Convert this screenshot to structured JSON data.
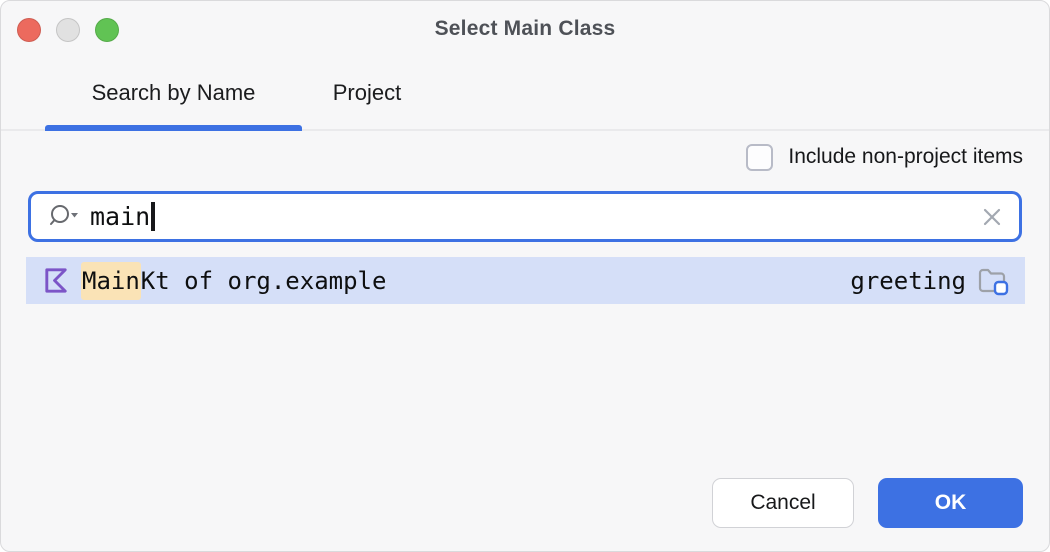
{
  "window": {
    "title": "Select Main Class",
    "controls": {
      "close_color": "#EC6A5E",
      "minimize_color": "#E1E1E1",
      "zoom_color": "#61C354"
    }
  },
  "tabs": [
    {
      "label": "Search by Name",
      "active": true
    },
    {
      "label": "Project",
      "active": false
    }
  ],
  "options": {
    "include_non_project": {
      "label": "Include non-project items",
      "checked": false
    }
  },
  "search": {
    "value": "main",
    "icons": {
      "search": "magnifier-with-dropdown",
      "clear": "x-clear"
    }
  },
  "results": [
    {
      "icon": "kotlin-file",
      "match": "Main",
      "rest": "Kt of org.example",
      "module": "greeting",
      "module_icon": "module-folder"
    }
  ],
  "footer": {
    "cancel_label": "Cancel",
    "ok_label": "OK"
  },
  "colors": {
    "accent_blue": "#3D71E3",
    "selection_bg": "#D5DFF8",
    "match_highlight": "#FAE3B6",
    "kotlin_purple": "#7C55C7",
    "folder_gray": "#9DA1A8",
    "icon_gray": "#67696E",
    "clear_gray": "#A3A8B1",
    "dialog_bg": "#F7F7F8"
  }
}
